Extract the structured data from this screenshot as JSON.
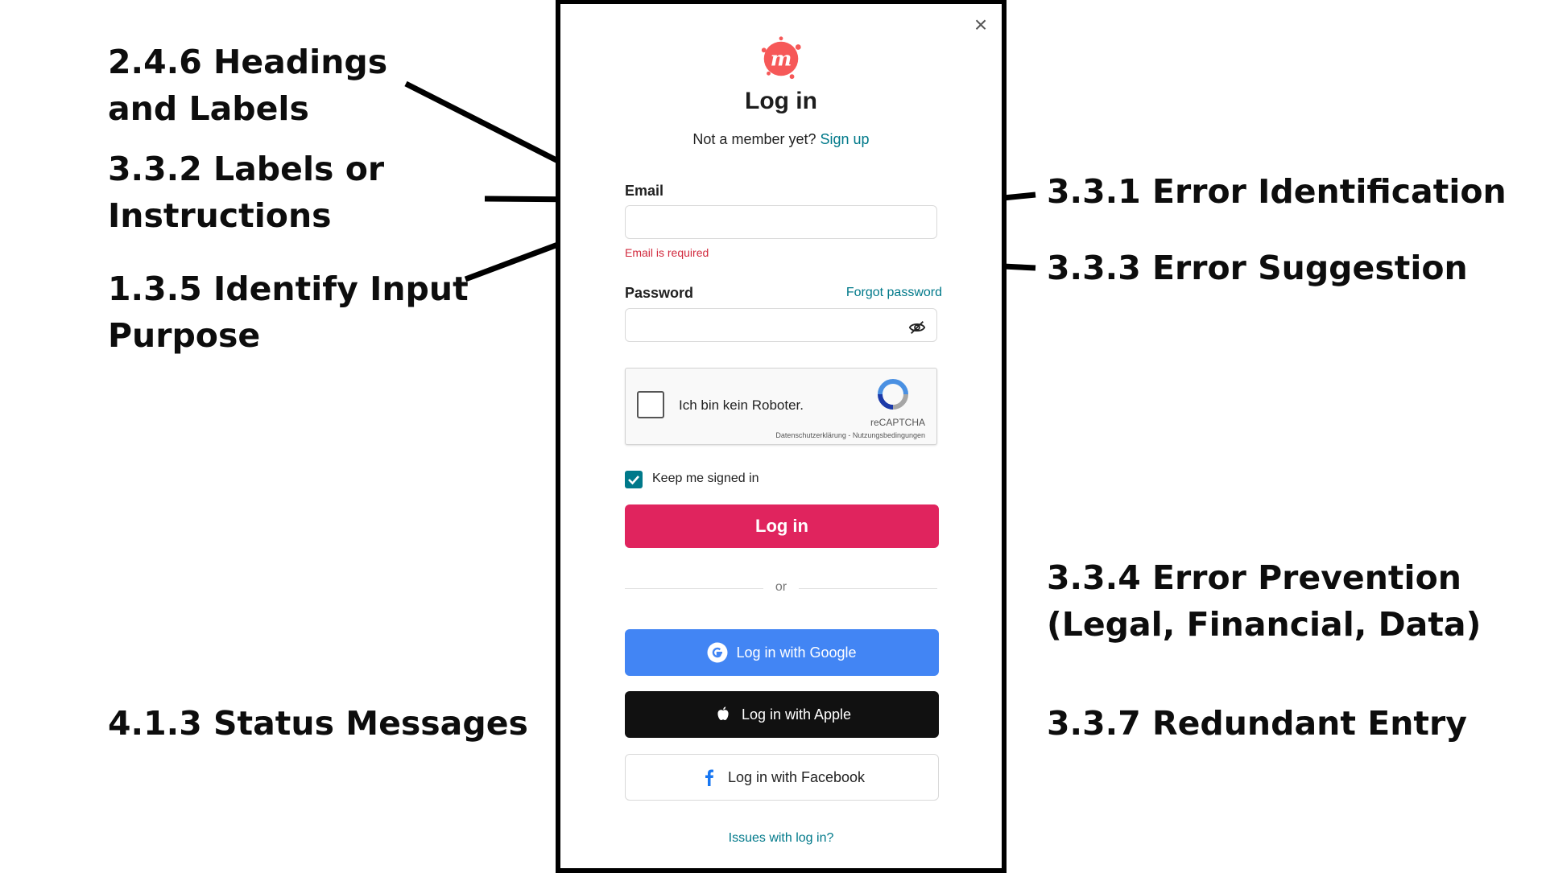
{
  "annotations": {
    "headings_labels": [
      "2.4.6 Headings",
      "and Labels"
    ],
    "labels_instructions": [
      "3.3.2 Labels or",
      "Instructions"
    ],
    "identify_input": [
      "1.3.5 Identify Input",
      "Purpose"
    ],
    "status_messages": "4.1.3 Status Messages",
    "error_identification": "3.3.1 Error Identification",
    "error_suggestion": "3.3.3 Error Suggestion",
    "error_prevention": [
      "3.3.4 Error Prevention",
      "(Legal, Financial, Data)"
    ],
    "redundant_entry": "3.3.7 Redundant Entry"
  },
  "dialog": {
    "title": "Log in",
    "member_prompt": "Not a member yet?",
    "signup_link": "Sign up",
    "email_label": "Email",
    "email_value": "",
    "email_error": "Email is required",
    "password_label": "Password",
    "forgot_link": "Forgot password",
    "password_value": "",
    "captcha": {
      "text": "Ich bin kein Roboter.",
      "brand": "reCAPTCHA",
      "privacy": "Datenschutzerklärung - Nutzungsbedingungen"
    },
    "keep_signed_in": "Keep me signed in",
    "login_button": "Log in",
    "divider": "or",
    "google_button": "Log in with Google",
    "apple_button": "Log in with Apple",
    "facebook_button": "Log in with Facebook",
    "issues_link": "Issues with log in?"
  },
  "colors": {
    "brand_red": "#e0245e",
    "link_teal": "#00798a",
    "error_red": "#d1293d",
    "google_blue": "#4285f4",
    "apple_black": "#111111"
  },
  "icons": [
    "meetup-logo-icon",
    "close-icon",
    "eye-slash-icon",
    "recaptcha-icon",
    "checkmark-icon",
    "google-icon",
    "apple-icon",
    "facebook-icon"
  ]
}
